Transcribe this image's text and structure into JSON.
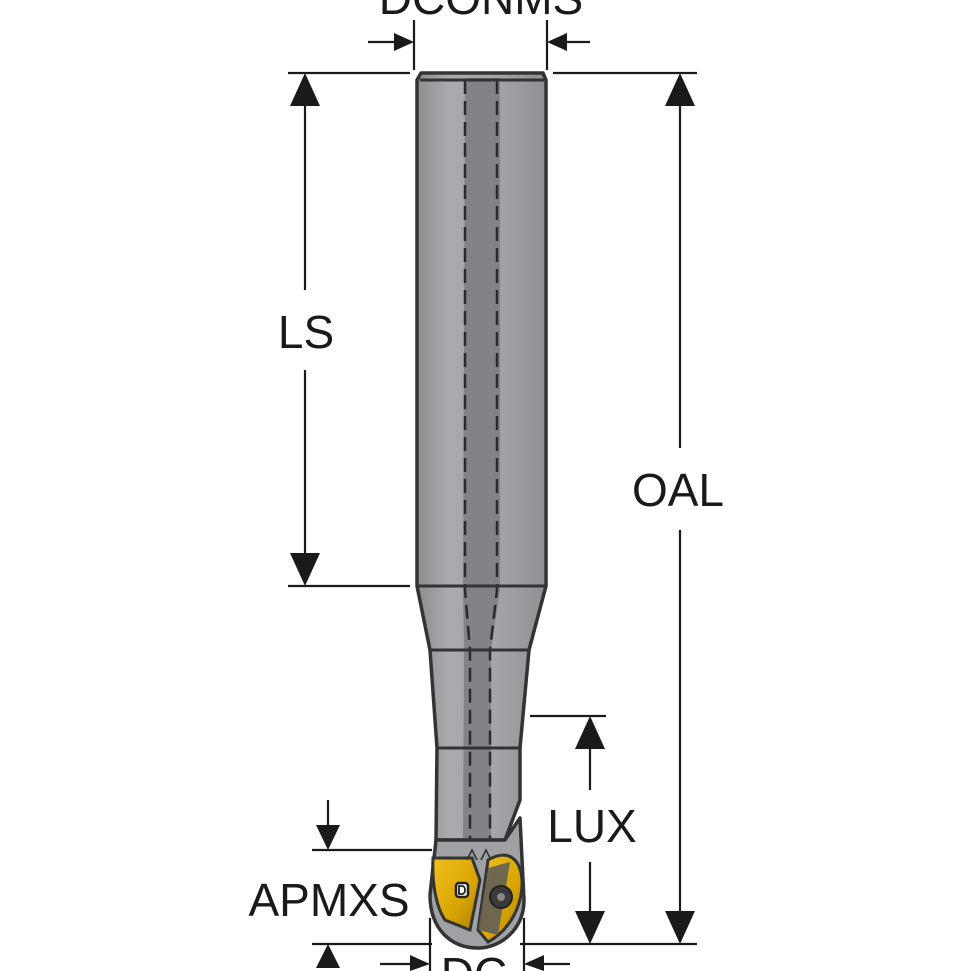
{
  "labels": {
    "dconms": "DCONMS",
    "ls": "LS",
    "oal": "OAL",
    "lux": "LUX",
    "apmxs": "APMXS",
    "dc": "DC"
  },
  "colors": {
    "shank": "#a3a5a9",
    "shank_edge": "#333333",
    "coolant_channel": "#7d7f83",
    "insert": "#d9a400",
    "insert_shadow": "#a07800",
    "dimension_line": "#1a1a1a",
    "background": "#ffffff"
  }
}
